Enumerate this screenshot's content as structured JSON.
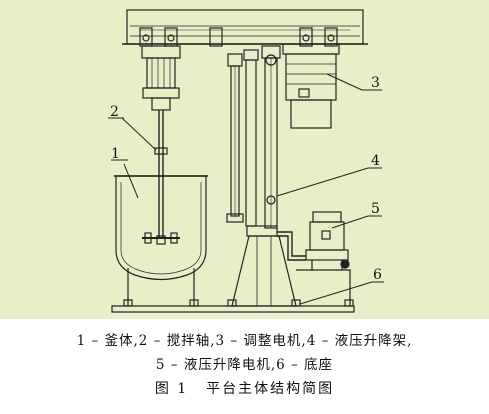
{
  "diagram": {
    "callouts": [
      {
        "id": "1",
        "text": "1"
      },
      {
        "id": "2",
        "text": "2"
      },
      {
        "id": "3",
        "text": "3"
      },
      {
        "id": "4",
        "text": "4"
      },
      {
        "id": "5",
        "text": "5"
      },
      {
        "id": "6",
        "text": "6"
      }
    ],
    "colors": {
      "background": "#e7efc8",
      "line": "#222222"
    }
  },
  "caption": {
    "legend_line_1": "1 – 釜体,2 – 搅拌轴,3 – 调整电机,4 – 液压升降架,",
    "legend_line_2": "5 – 液压升降电机,6 – 底座",
    "figure_label": "图 1",
    "figure_title": "平台主体结构简图"
  }
}
